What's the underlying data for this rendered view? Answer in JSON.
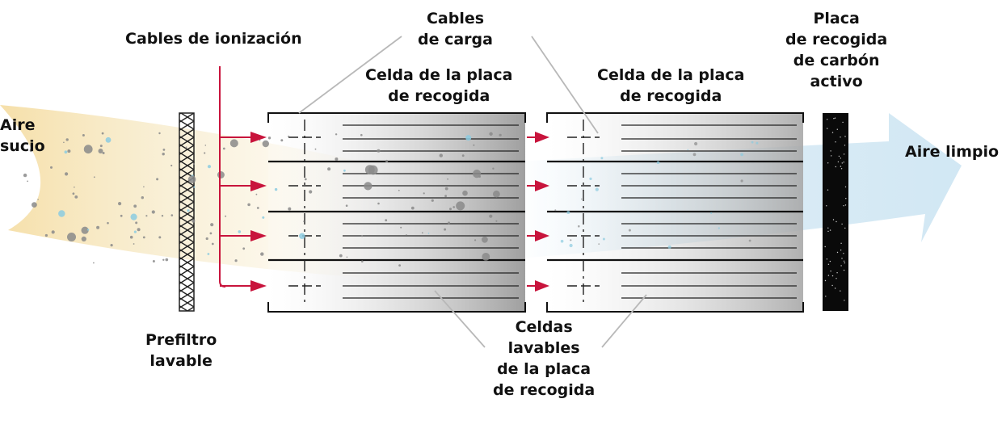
{
  "labels": {
    "ionization_cables": "Cables de ionización",
    "charge_cables": [
      "Cables",
      "de carga"
    ],
    "collector_cell_1": [
      "Celda de la placa",
      "de recogida"
    ],
    "collector_cell_2": [
      "Celda de la placa",
      "de recogida"
    ],
    "carbon_plate": [
      "Placa",
      "de recogida",
      "de carbón",
      "activo"
    ],
    "dirty_air": [
      "Aire",
      "sucio"
    ],
    "clean_air": "Aire limpio",
    "prefilter": [
      "Prefiltro",
      "lavable"
    ],
    "washable_cells": [
      "Celdas",
      "lavables",
      "de la placa",
      "de recogida"
    ]
  },
  "colors": {
    "dirty_air_flow": "#f5dca0",
    "clean_air_flow": "#cfe6f3",
    "ionization_wire": "#c8143c",
    "particle_dark": "#8a8a8a",
    "particle_light": "#8ccbe0",
    "carbon_plate": "#0a0a0a"
  },
  "icons": [
    "prefilter-mesh",
    "ionizer-arrow",
    "charge-wire-crosshair",
    "collector-plate-lines",
    "activated-carbon-plate"
  ]
}
